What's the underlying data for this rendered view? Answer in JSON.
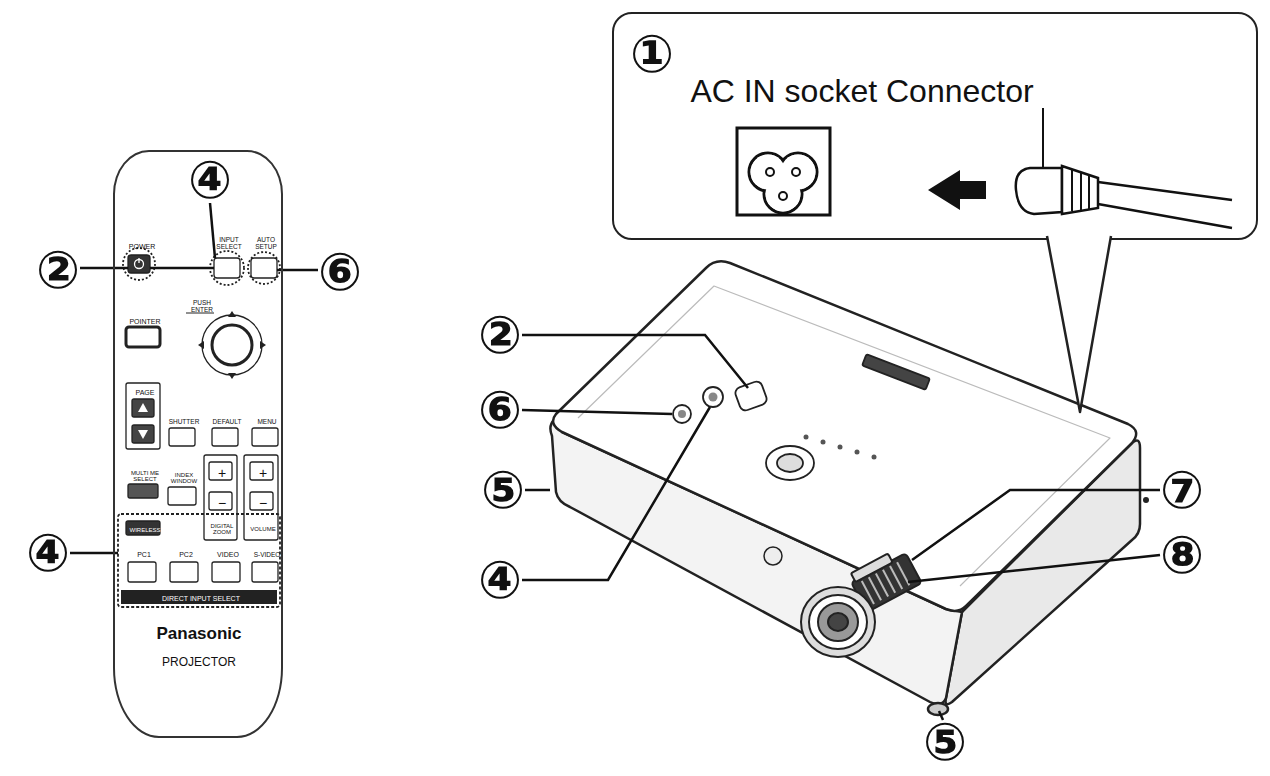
{
  "diagram": {
    "nodes": [
      {
        "text": [
          "①",
          "AC IN socket Connector"
        ]
      },
      {
        "text": [
          "POWER",
          "INPUT SELECT",
          "AUTO SETUP",
          "POINTER",
          "PUSH ENTER",
          "PAGE",
          "SHUTTER",
          "DEFAULT",
          "MENU",
          "MULTI ME SELECT",
          "INDEX WINDOW",
          "+",
          "−",
          "DIGITAL ZOOM",
          "+",
          "−",
          "VOLUME",
          "WIRELESS",
          "PC1",
          "PC2",
          "VIDEO",
          "S-VIDEO",
          "DIRECT INPUT SELECT",
          "Panasonic",
          "PROJECTOR"
        ]
      }
    ],
    "labels": [
      "④",
      "②",
      "⑥",
      "②",
      "⑥",
      "⑤",
      "⑦",
      "④",
      "⑧",
      "④",
      "⑤"
    ]
  }
}
